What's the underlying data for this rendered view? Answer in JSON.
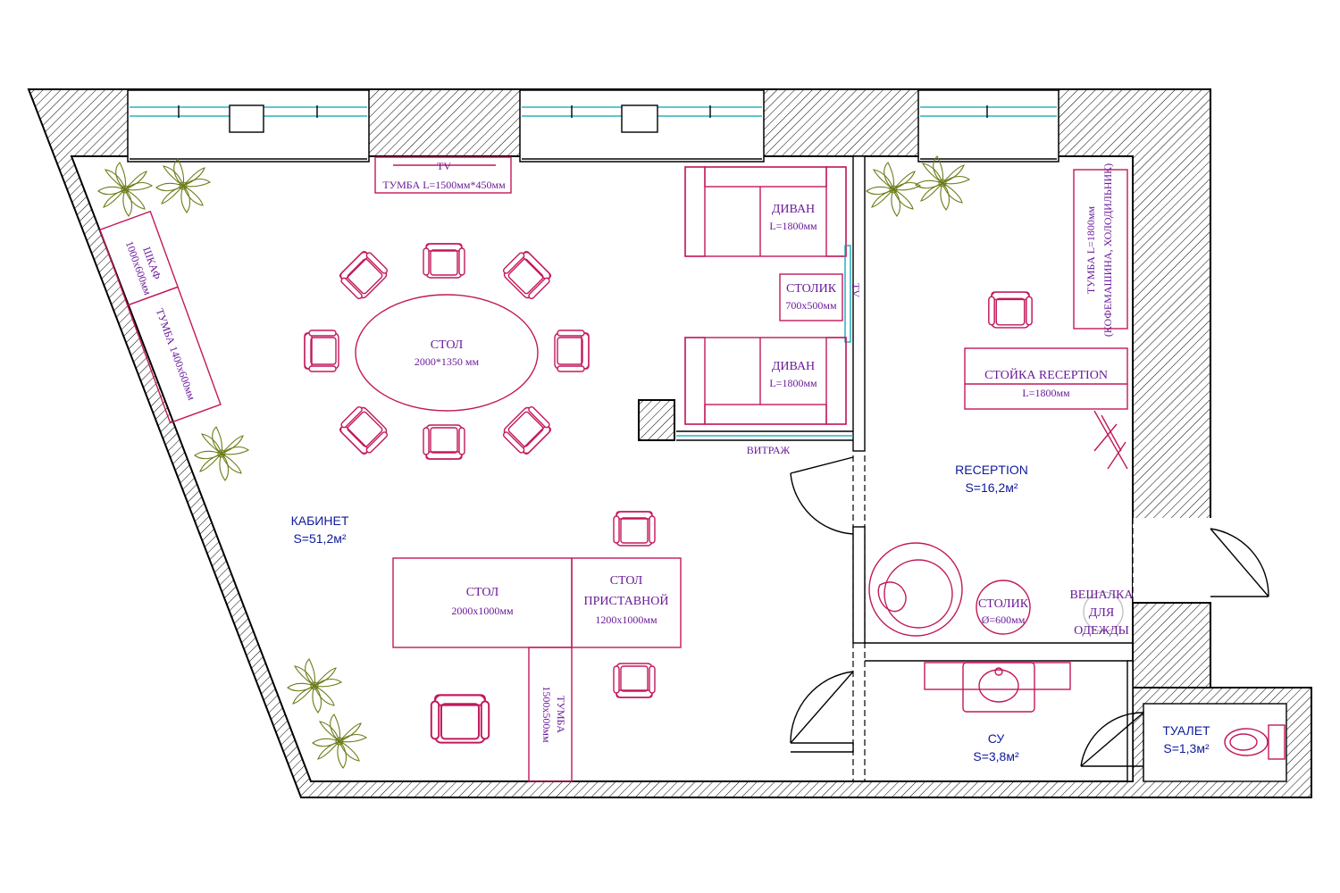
{
  "rooms": {
    "office": {
      "name": "КАБИНЕТ",
      "area": "S=51,2м²"
    },
    "reception": {
      "name": "RECEPTION",
      "area": "S=16,2м²"
    },
    "wc": {
      "name": "СУ",
      "area": "S=3,8м²"
    },
    "toilet": {
      "name": "ТУАЛЕТ",
      "area": "S=1,3м²"
    }
  },
  "furniture": {
    "tv": "TV",
    "tv_stand": "ТУМБА L=1500мм*450мм",
    "sofa_top": {
      "name": "ДИВАН",
      "size": "L=1800мм"
    },
    "sofa_bottom": {
      "name": "ДИВАН",
      "size": "L=1800мм"
    },
    "coffee_table": {
      "name": "СТОЛИК",
      "size": "700x500мм"
    },
    "tv_small": "TV",
    "meeting_table": {
      "name": "СТОЛ",
      "size": "2000*1350 мм"
    },
    "wardrobe": {
      "name": "ШКАФ",
      "size": "1000х600мм"
    },
    "side_cabinet": "ТУМБА 1400х600мм",
    "stained_glass": "ВИТРАЖ",
    "desk": {
      "name": "СТОЛ",
      "size": "2000х1000мм"
    },
    "extension_desk": {
      "name1": "СТОЛ",
      "name2": "ПРИСТАВНОЙ",
      "size": "1200х1000мм"
    },
    "desk_cabinet": {
      "name": "ТУМБА",
      "size": "1500х500мм"
    },
    "reception_counter": {
      "name": "СТОЙКА RECEPTION",
      "size": "L=1800мм"
    },
    "reception_cabinet": {
      "line1": "ТУМБА L=1800мм",
      "line2": "(КОФЕМАШИНА, ХОЛОДИЛЬНИК)"
    },
    "round_table": {
      "name": "СТОЛИК",
      "size": "Ø=600мм"
    },
    "coat_rack": {
      "line1": "ВЕШАЛКА",
      "line2": "ДЛЯ",
      "line3": "ОДЕЖДЫ"
    }
  },
  "colors": {
    "furniture": "#c2185b",
    "labels": "#6a1b9a",
    "rooms": "#0d1a9a",
    "windows": "#00a5b5",
    "plants": "#6b7d1a"
  }
}
